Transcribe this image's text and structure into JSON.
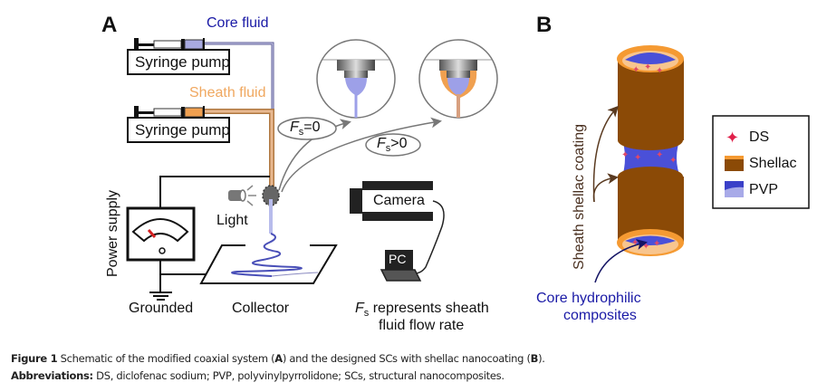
{
  "panel_a": {
    "label": "A",
    "core_fluid": "Core fluid",
    "sheath_fluid": "Sheath fluid",
    "pump_top": "Syringe pump",
    "pump_bottom": "Syringe pump",
    "fs_zero": {
      "symbol": "F",
      "sub": "s",
      "rel": "=0"
    },
    "fs_pos": {
      "symbol": "F",
      "sub": "s",
      "rel": ">0"
    },
    "power_supply": "Power supply",
    "light": "Light",
    "camera": "Camera",
    "pc": "PC",
    "grounded": "Grounded",
    "collector": "Collector",
    "note_symbol": "F",
    "note_sub": "s",
    "note_line1": " represents sheath",
    "note_line2": "fluid flow rate"
  },
  "panel_b": {
    "label": "B",
    "sheath_label": "Sheath shellac coating",
    "core_label_line1": "Core hydrophilic",
    "core_label_line2": "composites",
    "legend": [
      {
        "name": "DS",
        "icon": "star-icon"
      },
      {
        "name": "Shellac",
        "icon": "shellac-swatch"
      },
      {
        "name": "PVP",
        "icon": "pvp-swatch"
      }
    ]
  },
  "colors": {
    "core": "#2424a8",
    "core_fluid_text": "#1a1aa6",
    "sheath": "#e8a050",
    "sheath_text": "#f0a860",
    "shellac": "#8b4a06",
    "shellac_rim": "#f59a32",
    "shellac_inner": "#f8c58e",
    "pvp": "#4a50d8",
    "pvp_light": "#a8aae8",
    "ds": "#e0204a",
    "needle_red": "#d42020",
    "arrow_gray": "#777777",
    "arrow_brown": "#5a3a20",
    "arrow_navy": "#141464"
  },
  "caption": {
    "figure_label": "Figure 1",
    "figure_text": " Schematic of the modified coaxial system (",
    "a": "A",
    "mid": ") and the designed SCs with shellac nanocoating (",
    "b": "B",
    "end": ").",
    "abbr_label": "Abbreviations:",
    "abbr_text": " DS, diclofenac sodium; PVP, polyvinylpyrrolidone; SCs, structural nanocomposites."
  }
}
